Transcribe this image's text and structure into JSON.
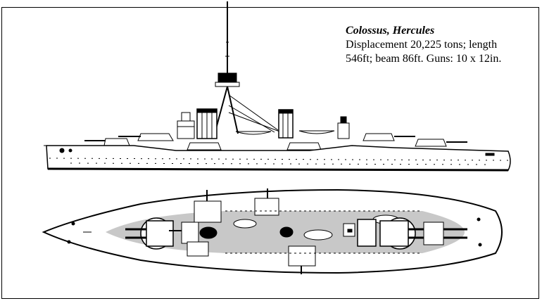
{
  "caption": {
    "title": "Colossus, Hercules",
    "spec_line_1": "Displacement 20,225 tons; length",
    "spec_line_2": "546ft; beam 86ft. Guns: 10 x 12in."
  },
  "colors": {
    "ink": "#000000",
    "paper": "#ffffff",
    "deck_shade": "#c8c8c8"
  }
}
